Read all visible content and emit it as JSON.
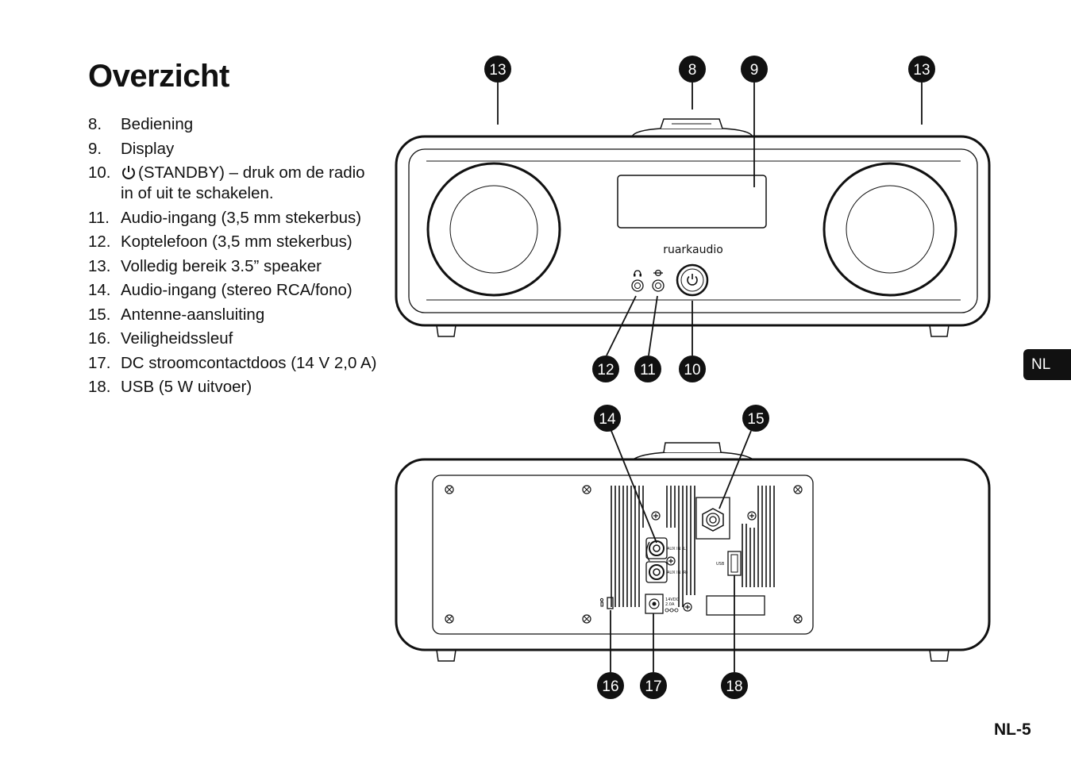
{
  "page": {
    "title": "Overzicht",
    "language_tab": "NL",
    "page_number": "NL-5"
  },
  "legend": [
    {
      "num": "8.",
      "text": "Bediening"
    },
    {
      "num": "9.",
      "text": "Display"
    },
    {
      "num": "10.",
      "icon": "power-icon",
      "text": "(STANDBY) – druk om de radio in of uit te schakelen."
    },
    {
      "num": "11.",
      "text": "Audio-ingang (3,5 mm stekerbus)"
    },
    {
      "num": "12.",
      "text": "Koptelefoon (3,5 mm stekerbus)"
    },
    {
      "num": "13.",
      "text": "Volledig bereik 3.5” speaker"
    },
    {
      "num": "14.",
      "text": "Audio-ingang (stereo RCA/fono)"
    },
    {
      "num": "15.",
      "text": "Antenne-aansluiting"
    },
    {
      "num": "16.",
      "text": "Veiligheidssleuf"
    },
    {
      "num": "17.",
      "text": "DC stroomcontactdoos (14 V 2,0 A)"
    },
    {
      "num": "18.",
      "text": "USB (5 W uitvoer)"
    }
  ],
  "front_view": {
    "brand_logo": "ruarkaudio",
    "callouts": {
      "speaker_left": "13",
      "control": "8",
      "display": "9",
      "speaker_right": "13",
      "headphone": "12",
      "aux_in": "11",
      "standby": "10"
    }
  },
  "rear_view": {
    "labels": {
      "aux_l": "AUX IN (L)",
      "aux_r": "AUX IN (R)",
      "usb": "USB",
      "dc_line1": "14VDC",
      "dc_line2": "2.0A"
    },
    "callouts": {
      "rca": "14",
      "antenna": "15",
      "security_slot": "16",
      "dc_socket": "17",
      "usb_port": "18"
    }
  }
}
